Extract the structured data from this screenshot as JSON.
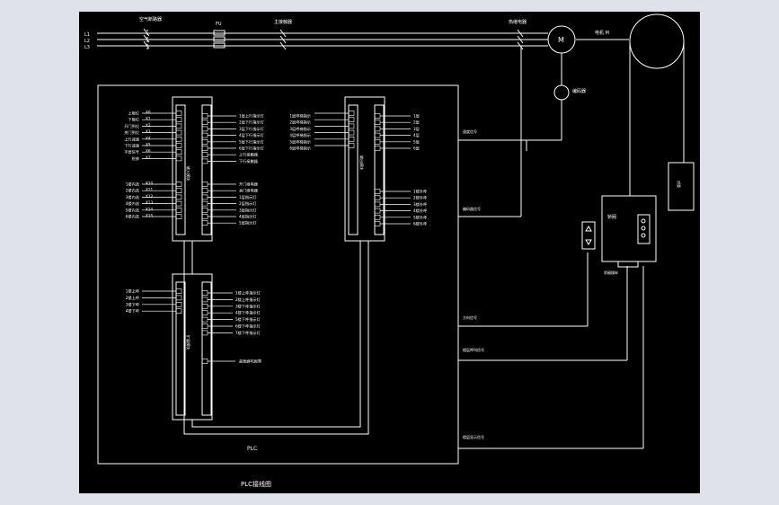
{
  "power": {
    "phase_labels": [
      "L1",
      "L2",
      "L3"
    ],
    "breaker_label": "空气断路器",
    "fuse_label": "FU",
    "contactor_label": "主接触器",
    "thermal_label": "热继电器",
    "motor_symbol": "M",
    "motor_label": "电机 M",
    "encoder_label": "编码器"
  },
  "plc": {
    "box_label": "PLC",
    "caption": "PLC接线图",
    "module1_name": "输入模块",
    "module2_name": "输出模块",
    "module3_name": "扩展模块",
    "input_labels_a": [
      "上限位",
      "下限位",
      "开门到位",
      "关门到位",
      "上行减速",
      "下行减速",
      "平层信号",
      "检修"
    ],
    "input_addr_a": [
      "X0",
      "X1",
      "X2",
      "X3",
      "X4",
      "X5",
      "X6",
      "X7"
    ],
    "input_labels_b": [
      "1楼内选",
      "2楼内选",
      "3楼内选",
      "4楼内选",
      "5楼内选",
      "6楼内选"
    ],
    "input_addr_b": [
      "X10",
      "X11",
      "X12",
      "X13",
      "X14",
      "X15"
    ],
    "out_labels_a": [
      "1层上行指示灯",
      "2层下行指示灯",
      "3层下行指示灯",
      "4层下行指示灯",
      "5层下行指示灯",
      "6层下行指示灯",
      "上行接触器",
      "下行接触器"
    ],
    "out_labels_b": [
      "开门继电器",
      "关门继电器",
      "1层指示灯",
      "2层指示灯",
      "3层指示灯",
      "4层指示灯",
      "5层指示灯"
    ],
    "out_labels_c": [
      "1层呼梯指示",
      "2层呼梯指示",
      "3层呼梯指示",
      "4层呼梯指示",
      "5层呼梯指示",
      "6层呼梯指示"
    ],
    "floor_labels_a": [
      "1层",
      "2层",
      "3层",
      "4层",
      "5层",
      "6层"
    ],
    "floor_labels_b": [
      "1楼外呼",
      "2楼外呼",
      "3楼外呼",
      "4楼外呼",
      "5楼外呼",
      "6楼外呼"
    ],
    "m3_in_labels": [
      "1楼上呼",
      "2楼上呼",
      "3楼下呼",
      "4楼下呼"
    ],
    "m3_out_labels": [
      "1楼上呼指示灯",
      "2楼上呼指示灯",
      "3楼下呼指示灯",
      "4楼下呼指示灯",
      "5楼下呼指示灯",
      "6楼下呼指示灯",
      "7楼下呼指示灯"
    ],
    "m3_extra_label": "超载蜂鸣报警"
  },
  "signals": {
    "speed": "速度信号",
    "encoder": "编码器信号",
    "direction": "方向信号",
    "floor_call": "楼层呼叫信号",
    "indicator": "楼层显示信号"
  },
  "devices": {
    "counterweight": "对重",
    "car": "轿厢",
    "car_panel_label": "轿厢操纵"
  }
}
